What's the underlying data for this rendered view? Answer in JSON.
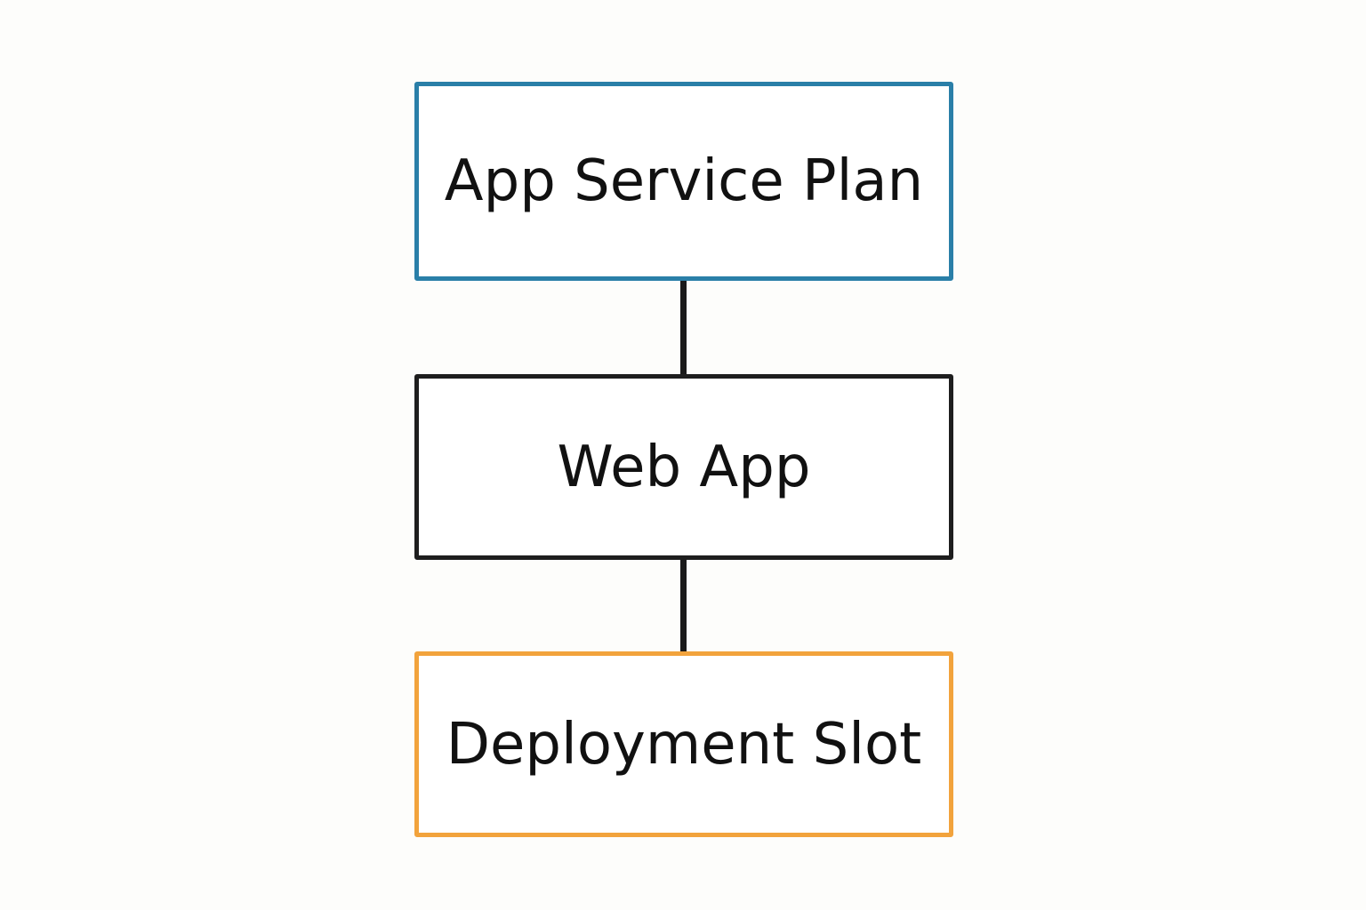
{
  "diagram": {
    "nodes": [
      {
        "label": "App Service Plan",
        "border_color": "#2a7fa8"
      },
      {
        "label": "Web App",
        "border_color": "#1e1e1e"
      },
      {
        "label": "Deployment Slot",
        "border_color": "#f2a33c"
      }
    ],
    "connector_color": "#1a1a1a",
    "background_color": "#fdfdfb"
  }
}
